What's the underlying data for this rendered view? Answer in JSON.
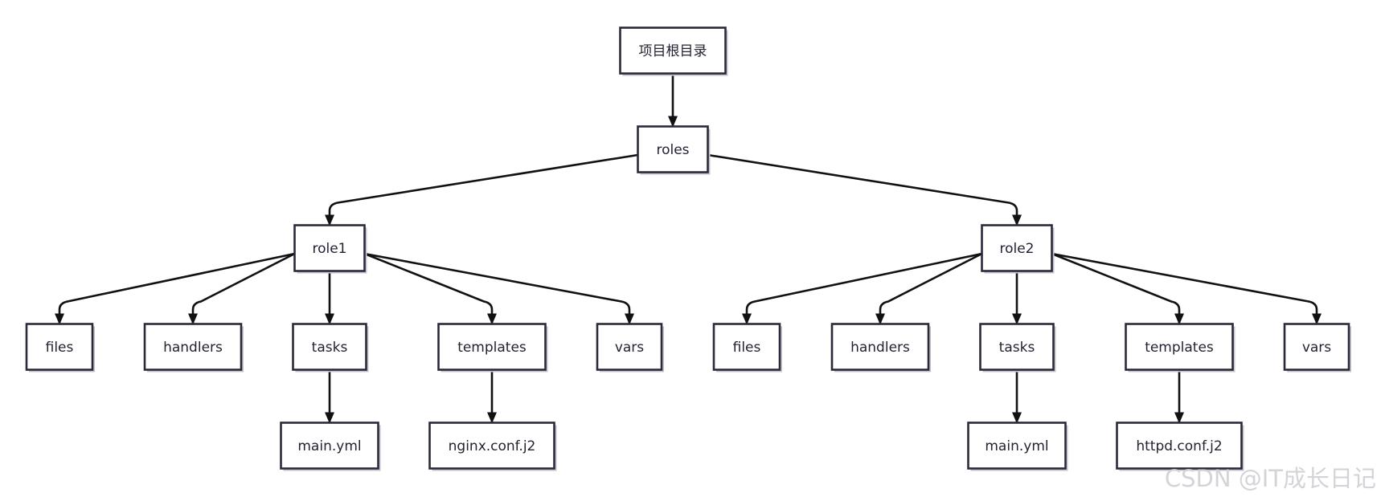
{
  "nodes": {
    "root": "项目根目录",
    "roles": "roles",
    "role1": "role1",
    "role2": "role2",
    "r1_files": "files",
    "r1_handlers": "handlers",
    "r1_tasks": "tasks",
    "r1_templates": "templates",
    "r1_vars": "vars",
    "r1_main": "main.yml",
    "r1_nginx": "nginx.conf.j2",
    "r2_files": "files",
    "r2_handlers": "handlers",
    "r2_tasks": "tasks",
    "r2_templates": "templates",
    "r2_vars": "vars",
    "r2_main": "main.yml",
    "r2_httpd": "httpd.conf.j2"
  },
  "edges": [
    [
      "root",
      "roles"
    ],
    [
      "roles",
      "role1"
    ],
    [
      "roles",
      "role2"
    ],
    [
      "role1",
      "r1_files"
    ],
    [
      "role1",
      "r1_handlers"
    ],
    [
      "role1",
      "r1_tasks"
    ],
    [
      "role1",
      "r1_templates"
    ],
    [
      "role1",
      "r1_vars"
    ],
    [
      "r1_tasks",
      "r1_main"
    ],
    [
      "r1_templates",
      "r1_nginx"
    ],
    [
      "role2",
      "r2_files"
    ],
    [
      "role2",
      "r2_handlers"
    ],
    [
      "role2",
      "r2_tasks"
    ],
    [
      "role2",
      "r2_templates"
    ],
    [
      "role2",
      "r2_vars"
    ],
    [
      "r2_tasks",
      "r2_main"
    ],
    [
      "r2_templates",
      "r2_httpd"
    ]
  ],
  "watermark": "CSDN @IT成长日记"
}
